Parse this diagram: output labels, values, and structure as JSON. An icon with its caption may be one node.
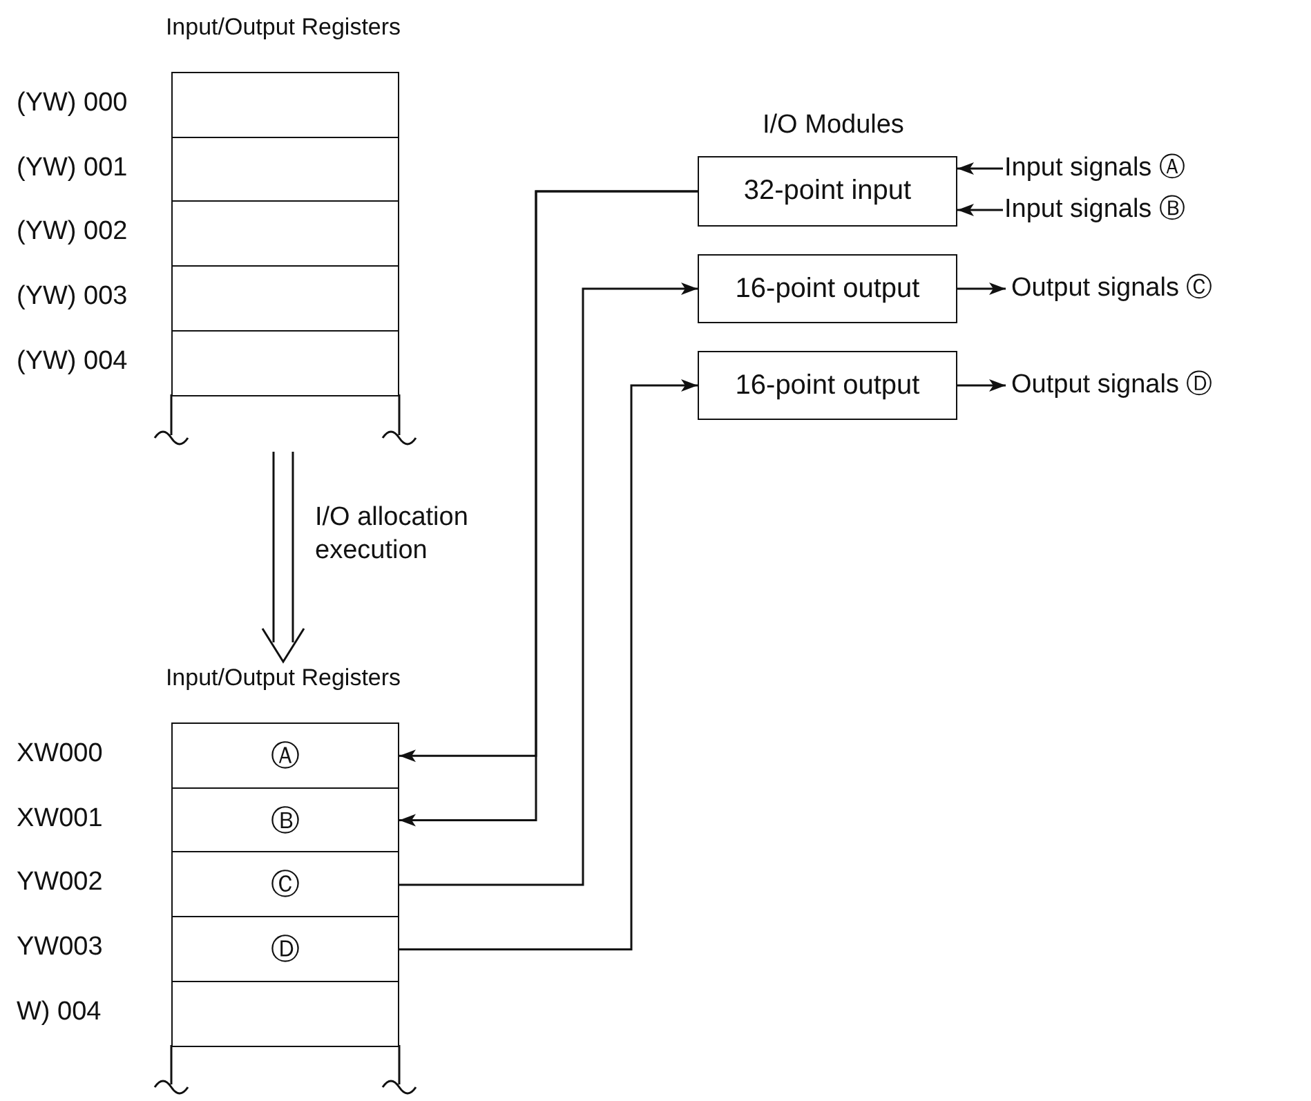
{
  "diagram": {
    "nodes": [
      {
        "text": [
          "Input/Output Registers"
        ]
      },
      {
        "text": [],
        "shape": "box",
        "in": 0,
        "beside": [
          "(YW) 000"
        ]
      },
      {
        "text": [],
        "shape": "box",
        "in": 0,
        "beside": [
          "(YW) 001"
        ]
      },
      {
        "text": [],
        "shape": "box",
        "in": 0,
        "beside": [
          "(YW) 002"
        ]
      },
      {
        "text": [],
        "shape": "box",
        "in": 0,
        "beside": [
          "(YW) 003"
        ]
      },
      {
        "text": [],
        "shape": "box",
        "in": 0,
        "beside": [
          "(YW) 004"
        ]
      },
      {
        "text": [
          "32-point input"
        ]
      },
      {
        "text": [
          "16-point output"
        ]
      },
      {
        "text": [
          "16-point output"
        ]
      },
      {
        "text": [
          "Input signals Ⓐ"
        ]
      },
      {
        "text": [
          "Input signals Ⓑ"
        ]
      },
      {
        "text": [
          "Output signals Ⓒ"
        ]
      },
      {
        "text": [
          "Output signals Ⓓ"
        ]
      },
      {
        "text": [
          "Input/Output Registers"
        ]
      },
      {
        "text": [
          "Ⓐ"
        ],
        "in": 13,
        "beside": [
          "XW000"
        ]
      },
      {
        "text": [
          "Ⓑ"
        ],
        "in": 13,
        "beside": [
          "XW001"
        ]
      },
      {
        "text": [
          "Ⓒ"
        ],
        "in": 13,
        "beside": [
          "YW002"
        ]
      },
      {
        "text": [
          "Ⓓ"
        ],
        "in": 13,
        "beside": [
          "YW003"
        ]
      },
      {
        "text": [],
        "shape": "box",
        "in": 13,
        "beside": [
          "W) 004"
        ]
      }
    ],
    "edges": [
      {
        "from": 9,
        "to": 6,
        "arrow": "to"
      },
      {
        "from": 10,
        "to": 6,
        "arrow": "to"
      },
      {
        "from": 7,
        "to": 11,
        "arrow": "to"
      },
      {
        "from": 8,
        "to": 12,
        "arrow": "to"
      },
      {
        "from": 6,
        "to": 14,
        "arrow": "to"
      },
      {
        "from": 6,
        "to": 15,
        "arrow": "to"
      },
      {
        "from": 16,
        "to": 7,
        "arrow": "to"
      },
      {
        "from": 17,
        "to": 8,
        "arrow": "to"
      },
      {
        "from": 0,
        "to": 13,
        "arrow": "to",
        "label": "I/O allocation execution"
      }
    ],
    "labels": [
      "I/O Modules"
    ]
  }
}
